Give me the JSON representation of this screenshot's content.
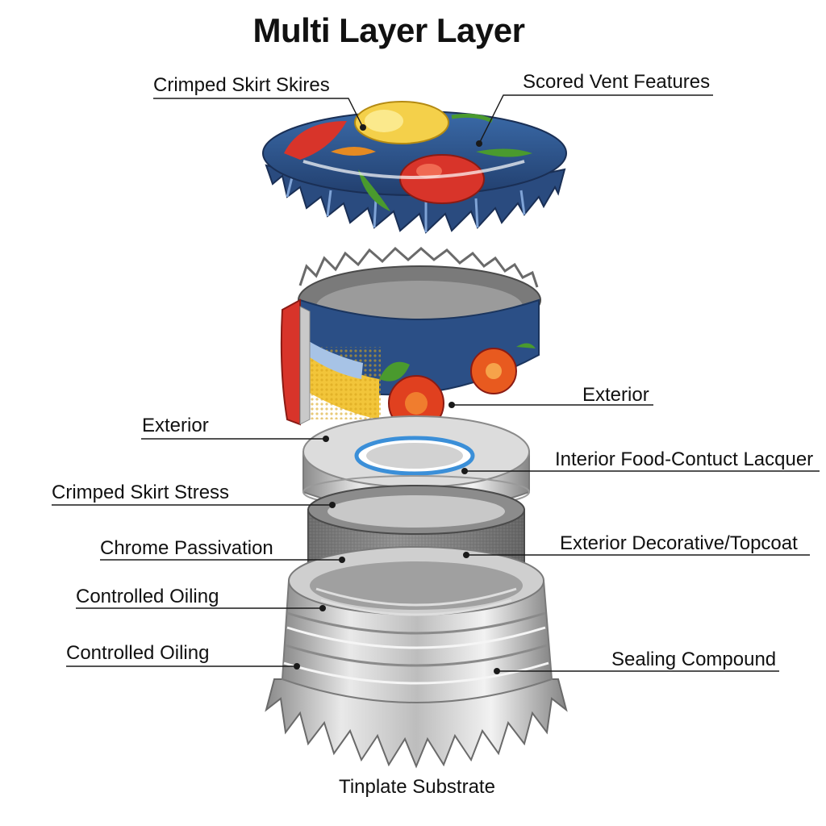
{
  "title": "Multi Layer Layer",
  "labels": {
    "crimped_skirt_skires": "Crimped Skirt Skires",
    "scored_vent_features": "Scored Vent Features",
    "exterior_right": "Exterior",
    "exterior_left": "Exterior",
    "interior_lacquer": "Interior Food-Contuct Lacquer",
    "crimped_skirt_stress": "Crimped Skirt Stress",
    "exterior_decorative": "Exterior Decorative/Topcoat",
    "chrome_passivation": "Chrome Passivation",
    "controlled_oiling_1": "Controlled Oiling",
    "controlled_oiling_2": "Controlled Oiling",
    "sealing_compound": "Sealing Compound",
    "tinplate_substrate": "Tinplate Substrate"
  },
  "colors": {
    "cap_blue": "#2b4f86",
    "fruit_red": "#d8342a",
    "fruit_yellow": "#f2c53a",
    "leaf_green": "#4a9a2e",
    "metal_light": "#e2e2e2",
    "metal_mid": "#a9a9a9",
    "metal_dark": "#6a6a6a",
    "lacquer_ring": "#3b8fd8"
  },
  "icons": [
    "bottle-cap-top",
    "cap-skirt-band",
    "liner-ring",
    "passivation-ring",
    "tinplate-base"
  ]
}
